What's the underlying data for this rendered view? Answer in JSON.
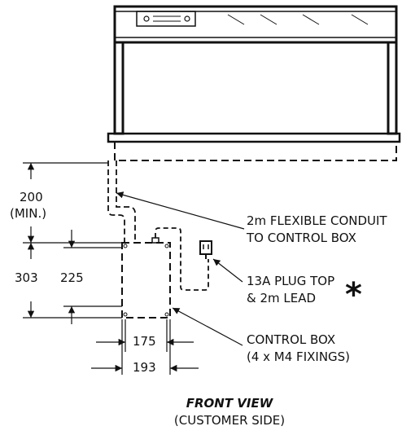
{
  "labels": {
    "conduit_line1": "2m FLEXIBLE CONDUIT",
    "conduit_line2": "TO CONTROL BOX",
    "plug_line1": "13A PLUG TOP",
    "plug_line2": "& 2m LEAD",
    "asterisk": "*",
    "box_line1": "CONTROL BOX",
    "box_line2": "(4 x M4 FIXINGS)"
  },
  "dimensions": {
    "d200": "200",
    "d200_note": "(MIN.)",
    "d303": "303",
    "d225": "225",
    "d175": "175",
    "d193": "193"
  },
  "title": {
    "main": "FRONT VIEW",
    "sub": "(CUSTOMER SIDE)"
  }
}
